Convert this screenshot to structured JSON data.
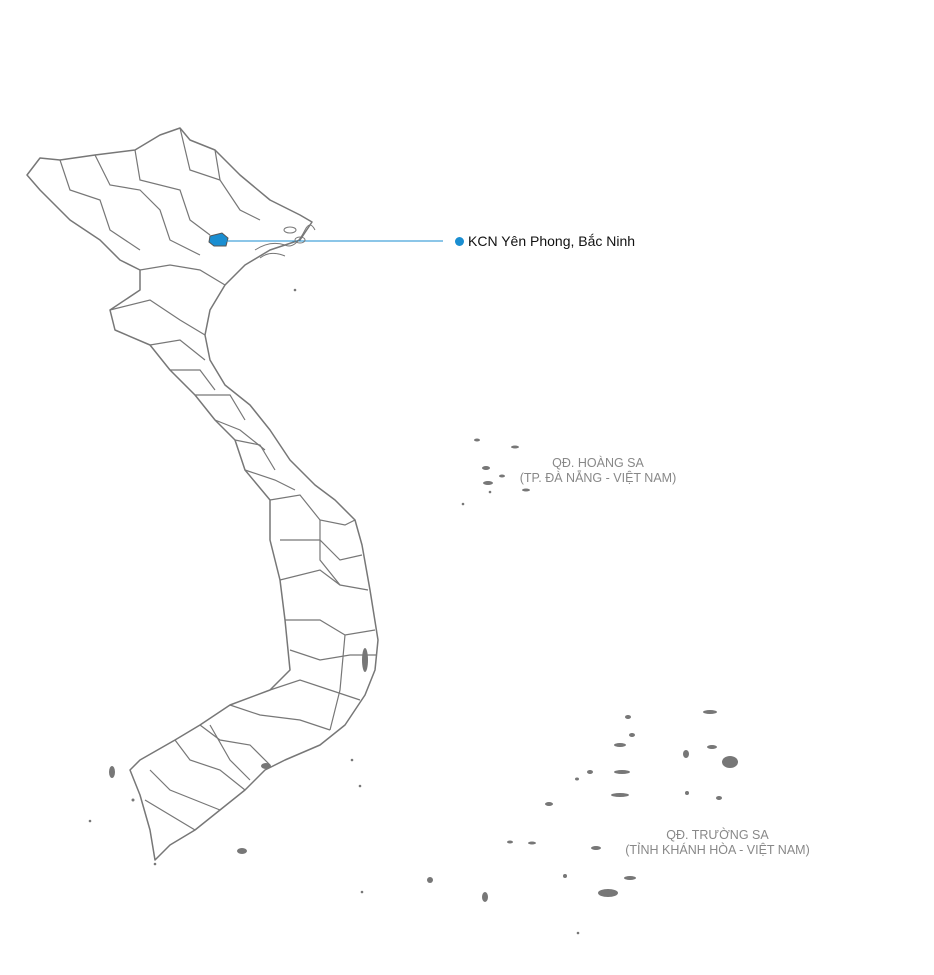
{
  "marker": {
    "label": "KCN Yên Phong, Bắc Ninh",
    "color": "#1a8ed1"
  },
  "archipelagos": {
    "hoang_sa": {
      "line1": "QĐ. HOÀNG SA",
      "line2": "(TP. ĐÀ NẴNG - VIỆT NAM)"
    },
    "truong_sa": {
      "line1": "QĐ. TRƯỜNG SA",
      "line2": "(TỈNH KHÁNH HÒA - VIỆT NAM)"
    }
  },
  "colors": {
    "border": "#777777",
    "highlight": "#1a8ed1",
    "label": "#888888"
  }
}
